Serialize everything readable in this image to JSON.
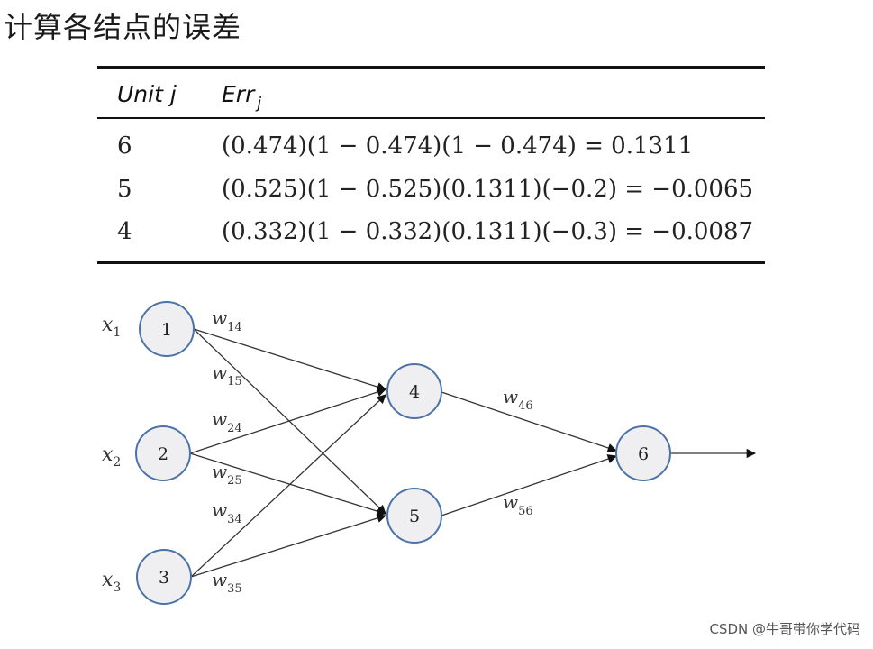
{
  "title": "计算各结点的误差",
  "table": {
    "headers": {
      "unit": "Unit j",
      "err": "Err",
      "err_sub": "j"
    },
    "rows": [
      {
        "unit": "6",
        "expr": "(0.474)(1 − 0.474)(1 − 0.474) = 0.1311"
      },
      {
        "unit": "5",
        "expr": "(0.525)(1 − 0.525)(0.1311)(−0.2) = −0.0065"
      },
      {
        "unit": "4",
        "expr": "(0.332)(1 − 0.332)(0.1311)(−0.3) = −0.0087"
      }
    ]
  },
  "network": {
    "nodes": {
      "n1": "1",
      "n2": "2",
      "n3": "3",
      "n4": "4",
      "n5": "5",
      "n6": "6"
    },
    "inputs": {
      "x1": {
        "base": "x",
        "sub": "1"
      },
      "x2": {
        "base": "x",
        "sub": "2"
      },
      "x3": {
        "base": "x",
        "sub": "3"
      }
    },
    "weights": {
      "w14": {
        "base": "w",
        "sub": "14"
      },
      "w15": {
        "base": "w",
        "sub": "15"
      },
      "w24": {
        "base": "w",
        "sub": "24"
      },
      "w25": {
        "base": "w",
        "sub": "25"
      },
      "w34": {
        "base": "w",
        "sub": "34"
      },
      "w35": {
        "base": "w",
        "sub": "35"
      },
      "w46": {
        "base": "w",
        "sub": "46"
      },
      "w56": {
        "base": "w",
        "sub": "56"
      }
    }
  },
  "watermark": "CSDN @牛哥带你学代码",
  "colors": {
    "node_fill": "#efeff2",
    "node_stroke": "#4c73a8",
    "rule": "#111111"
  }
}
